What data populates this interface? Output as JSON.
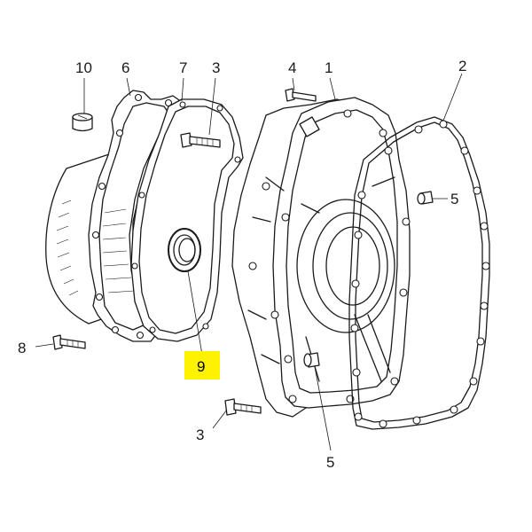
{
  "callouts": {
    "c10": "10",
    "c6": "6",
    "c7": "7",
    "c3_top": "3",
    "c4": "4",
    "c1": "1",
    "c2": "2",
    "c5_right": "5",
    "c8": "8",
    "c9": "9",
    "c3_bottom": "3",
    "c5_bottom": "5"
  },
  "colors": {
    "highlight": "#FFF200",
    "ink": "#1a1a1a",
    "background": "#ffffff"
  }
}
